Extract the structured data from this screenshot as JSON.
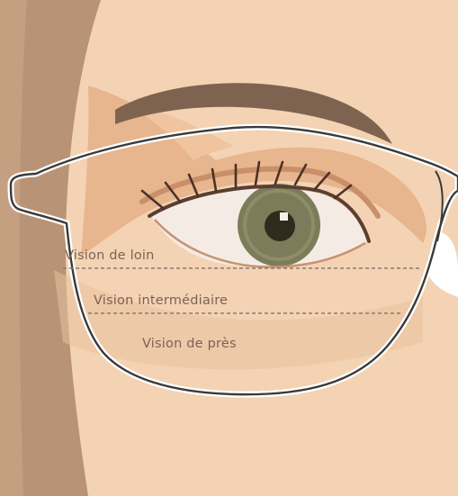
{
  "labels": {
    "far": "Vision de loin",
    "intermediate": "Vision intermédiaire",
    "near": "Vision de près"
  },
  "colors": {
    "skin": "#f3d3b3",
    "hair_shadow": "#b99375",
    "eye_socket": "#e7b58e",
    "eyebrow": "#7e6350",
    "iris": "#7d7c5a",
    "pupil": "#2f2c1d",
    "frame": "#3a3a3a",
    "divider": "#8a7a72",
    "label_text": "#7d6354"
  }
}
